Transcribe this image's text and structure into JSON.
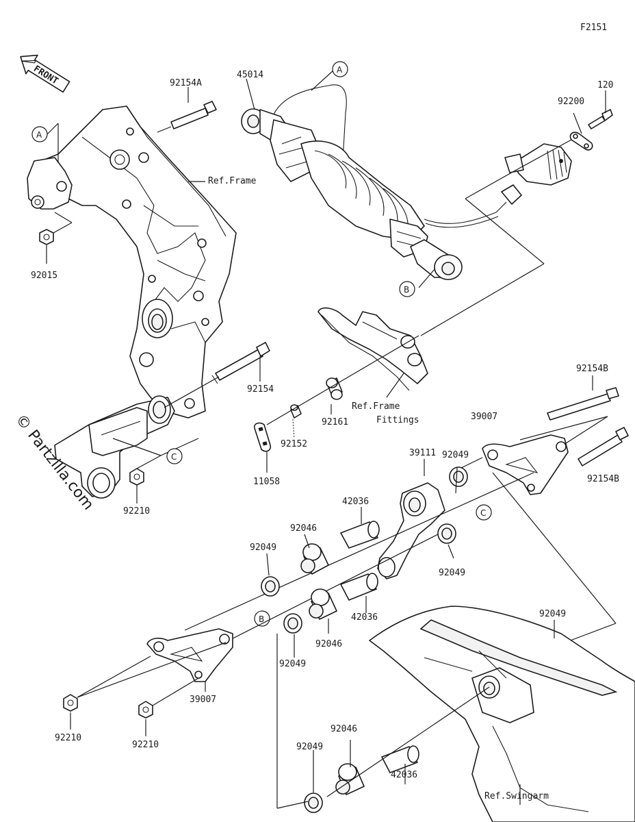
{
  "figure_code": "F2151",
  "front_label": "FRONT",
  "watermark": "© Partzilla.com",
  "references": {
    "frame": "Ref.Frame",
    "frame_fittings_1": "Ref.Frame",
    "frame_fittings_2": "Fittings",
    "swingarm": "Ref.Swingarm"
  },
  "callouts": {
    "a": "A",
    "b": "B",
    "c": "C"
  },
  "parts": {
    "p92154a": "92154A",
    "p45014": "45014",
    "p120": "120",
    "p92200": "92200",
    "p92015": "92015",
    "p92154": "92154",
    "p92161": "92161",
    "p92152": "92152",
    "p11058": "11058",
    "p92210_upper": "92210",
    "p92154b_1": "92154B",
    "p92154b_2": "92154B",
    "p39007_upper": "39007",
    "p39111": "39111",
    "p92049_a": "92049",
    "p42036_a": "42036",
    "p92046_a": "92046",
    "p92049_b": "92049",
    "p92049_c": "92049",
    "p42036_b": "42036",
    "p92046_b": "92046",
    "p92049_d": "92049",
    "p92049_e": "92049",
    "p39007_lower": "39007",
    "p92210_lower_1": "92210",
    "p92210_lower_2": "92210",
    "p92046_c": "92046",
    "p92049_f": "92049",
    "p42036_c": "42036"
  }
}
